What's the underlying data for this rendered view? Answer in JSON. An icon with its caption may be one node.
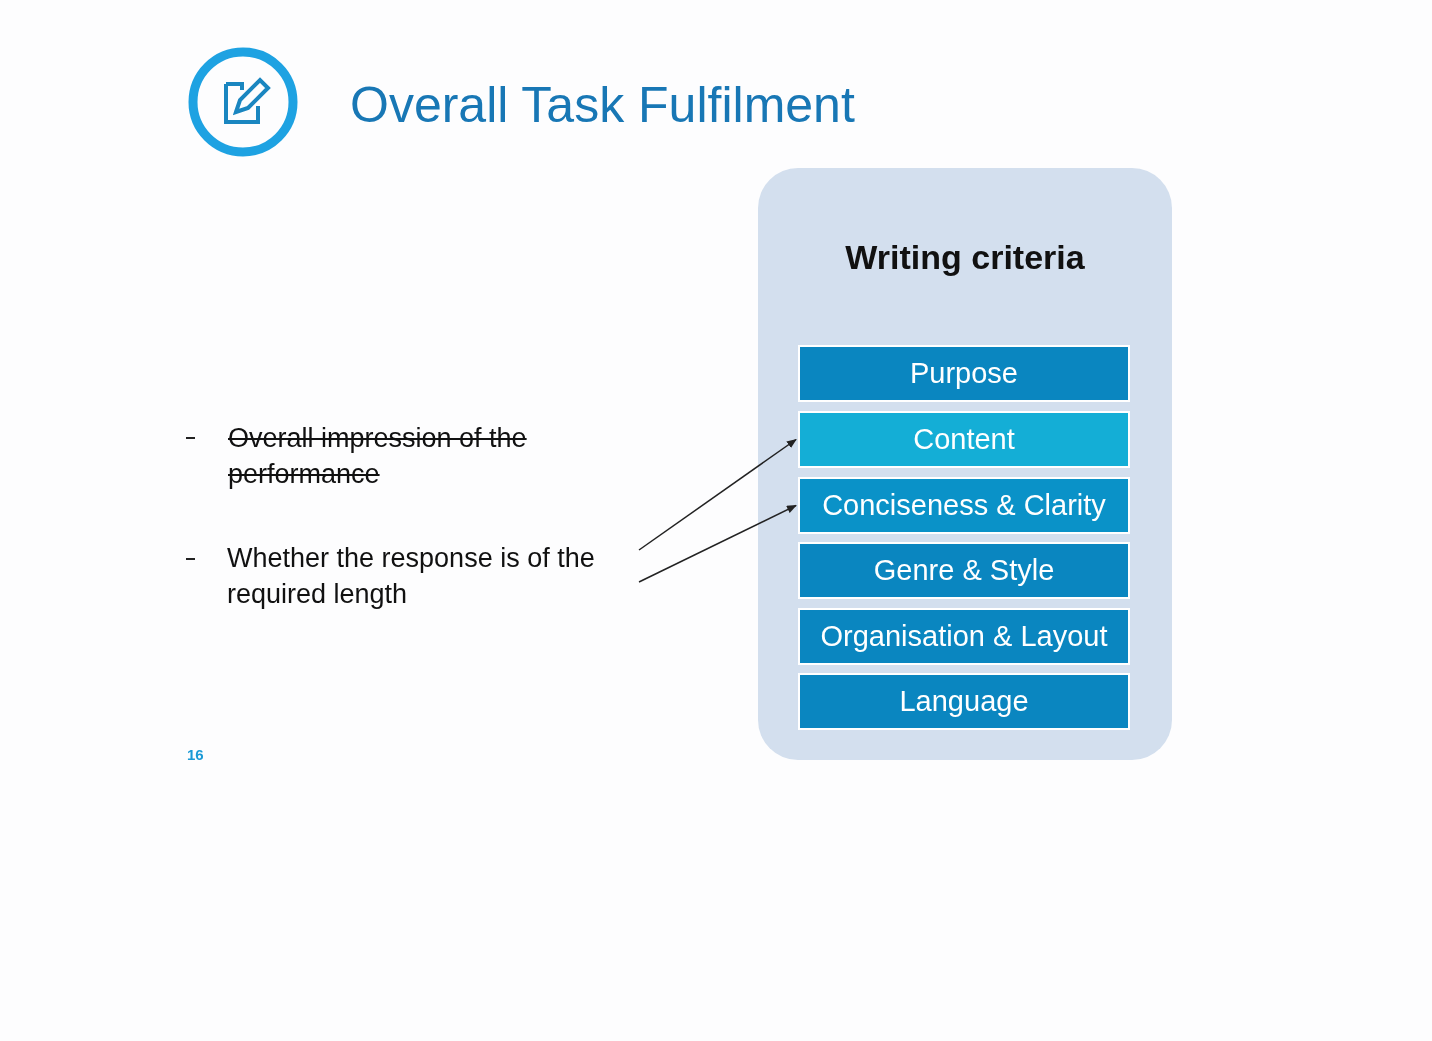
{
  "diagram": {
    "title": "Overall Task Fulfilment",
    "nodes": [
      {
        "text": [
          "Writing criteria"
        ]
      },
      {
        "text": [
          "Purpose"
        ],
        "in": 0
      },
      {
        "text": [
          "Content"
        ],
        "in": 0
      },
      {
        "text": [
          "Conciseness & Clarity"
        ],
        "in": 0
      },
      {
        "text": [
          "Genre & Style"
        ],
        "in": 0
      },
      {
        "text": [
          "Organisation & Layout"
        ],
        "in": 0
      },
      {
        "text": [
          "Language"
        ],
        "in": 0
      },
      {
        "text": [
          "Whether the response is of the required length"
        ]
      }
    ],
    "edges": [
      {
        "from": 7,
        "to": 2,
        "arrow": "to"
      },
      {
        "from": 7,
        "to": 3,
        "arrow": "to"
      }
    ],
    "labels": [
      "Overall impression of the performance",
      "16"
    ]
  }
}
